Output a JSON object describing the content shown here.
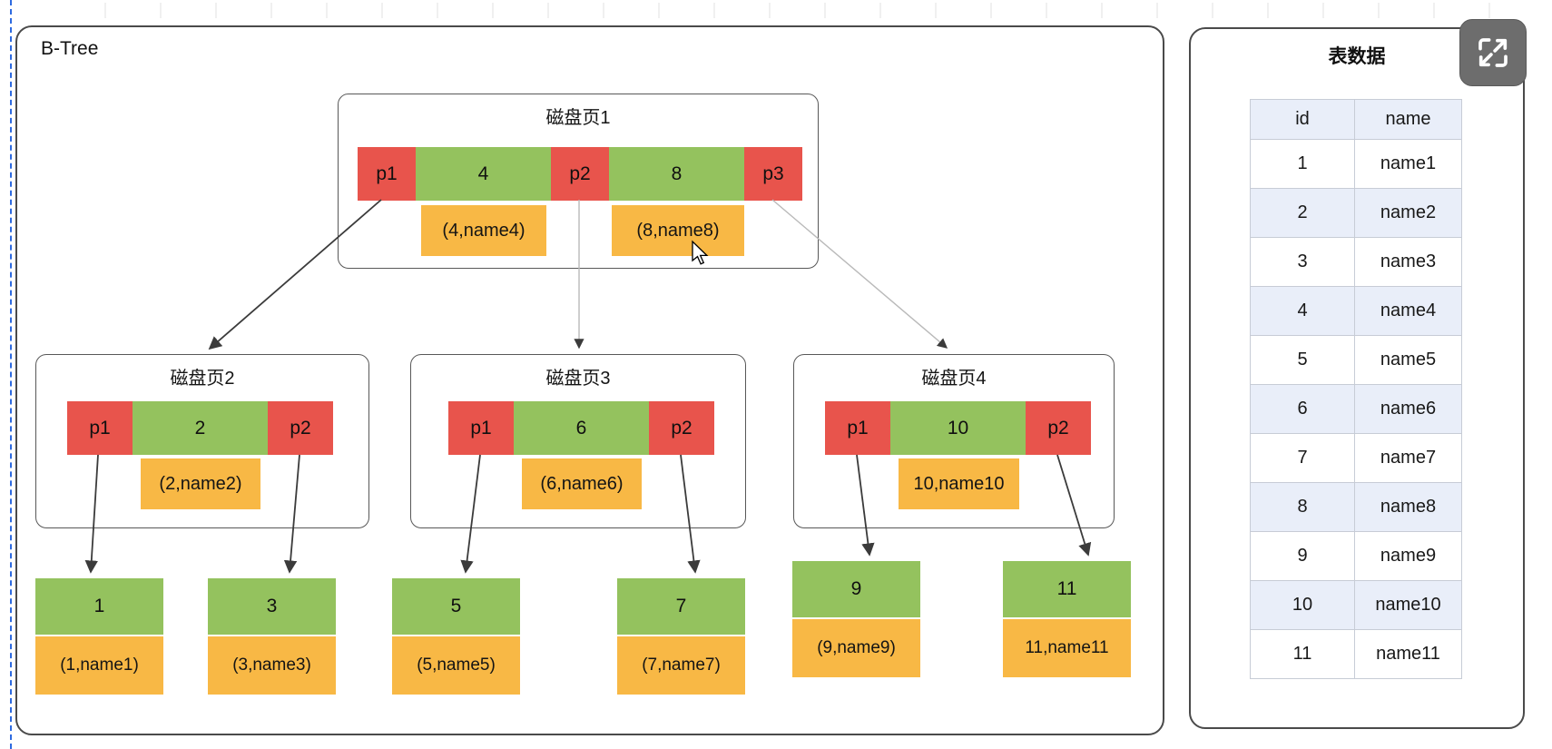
{
  "btree_panel": {
    "label": "B-Tree",
    "pages": [
      {
        "title": "磁盘页1",
        "cells": [
          {
            "type": "pointer",
            "label": "p1"
          },
          {
            "type": "key",
            "label": "4"
          },
          {
            "type": "pointer",
            "label": "p2"
          },
          {
            "type": "key",
            "label": "8"
          },
          {
            "type": "pointer",
            "label": "p3"
          }
        ],
        "records": [
          "(4,name4)",
          "(8,name8)"
        ]
      },
      {
        "title": "磁盘页2",
        "cells": [
          {
            "type": "pointer",
            "label": "p1"
          },
          {
            "type": "key",
            "label": "2"
          },
          {
            "type": "pointer",
            "label": "p2"
          }
        ],
        "records": [
          "(2,name2)"
        ]
      },
      {
        "title": "磁盘页3",
        "cells": [
          {
            "type": "pointer",
            "label": "p1"
          },
          {
            "type": "key",
            "label": "6"
          },
          {
            "type": "pointer",
            "label": "p2"
          }
        ],
        "records": [
          "(6,name6)"
        ]
      },
      {
        "title": "磁盘页4",
        "cells": [
          {
            "type": "pointer",
            "label": "p1"
          },
          {
            "type": "key",
            "label": "10"
          },
          {
            "type": "pointer",
            "label": "p2"
          }
        ],
        "records": [
          "10,name10"
        ]
      }
    ],
    "leaves": [
      {
        "key": "1",
        "record": "(1,name1)"
      },
      {
        "key": "3",
        "record": "(3,name3)"
      },
      {
        "key": "5",
        "record": "(5,name5)"
      },
      {
        "key": "7",
        "record": "(7,name7)"
      },
      {
        "key": "9",
        "record": "(9,name9)"
      },
      {
        "key": "11",
        "record": "11,name11"
      }
    ]
  },
  "table_panel": {
    "title": "表数据",
    "columns": [
      "id",
      "name"
    ],
    "rows": [
      [
        "1",
        "name1"
      ],
      [
        "2",
        "name2"
      ],
      [
        "3",
        "name3"
      ],
      [
        "4",
        "name4"
      ],
      [
        "5",
        "name5"
      ],
      [
        "6",
        "name6"
      ],
      [
        "7",
        "name7"
      ],
      [
        "8",
        "name8"
      ],
      [
        "9",
        "name9"
      ],
      [
        "10",
        "name10"
      ],
      [
        "11",
        "name11"
      ]
    ]
  },
  "toolbar": {
    "expand_icon": "expand-icon"
  },
  "colors": {
    "pointer_red": "#e8544c",
    "key_green": "#94c25e",
    "record_orange": "#f8b845",
    "table_stripe": "#e9eef9",
    "panel_border": "#4a4a4a",
    "button_gray": "#6d6d6d",
    "connector_dark": "#3b3b3b",
    "connector_light": "#b9b9b9",
    "guide_blue": "#2e6be0"
  }
}
